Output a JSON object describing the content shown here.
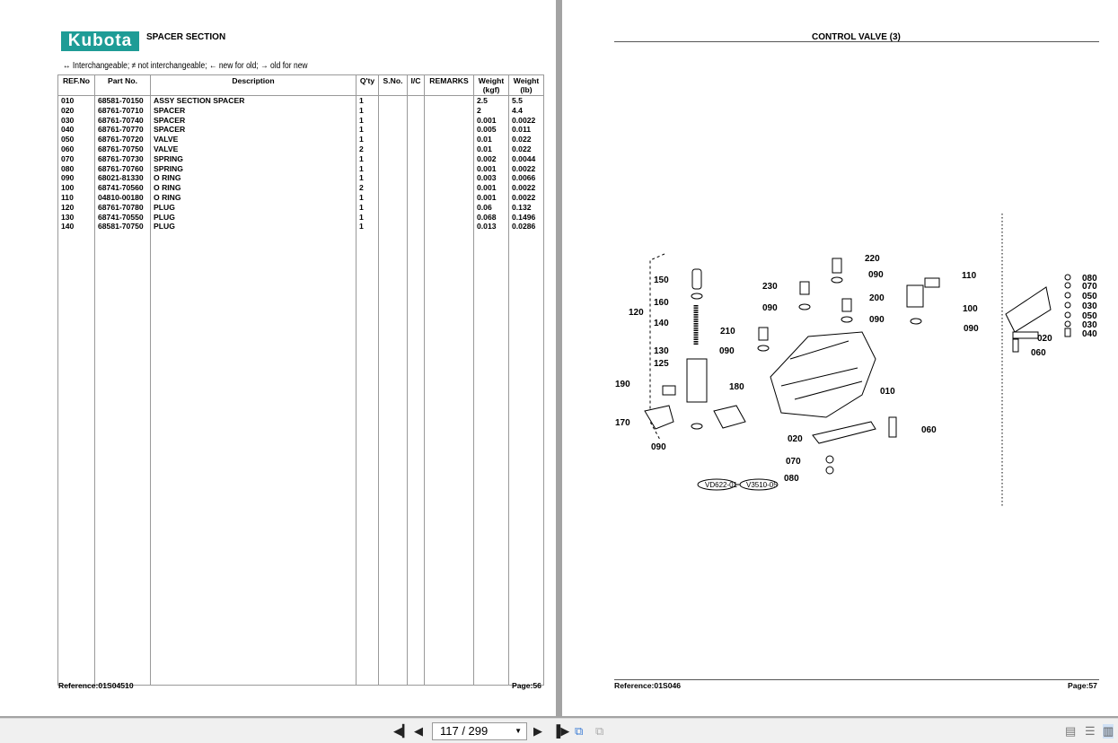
{
  "left_page": {
    "logo": "Kubota",
    "title": "SPACER SECTION",
    "legend": "↔ Interchangeable;   ≠ not interchangeable;   ← new for old;   → old for new",
    "columns": [
      "REF.No",
      "Part No.",
      "Description",
      "Q'ty",
      "S.No.",
      "I/C",
      "REMARKS",
      "Weight (kgf)",
      "Weight (lb)"
    ],
    "rows": [
      [
        "010",
        "68581-70150",
        "ASSY SECTION SPACER",
        "1",
        "",
        "",
        "",
        "2.5",
        "5.5"
      ],
      [
        "020",
        "68761-70710",
        "SPACER",
        "1",
        "",
        "",
        "",
        "2",
        "4.4"
      ],
      [
        "030",
        "68761-70740",
        "SPACER",
        "1",
        "",
        "",
        "",
        "0.001",
        "0.0022"
      ],
      [
        "040",
        "68761-70770",
        "SPACER",
        "1",
        "",
        "",
        "",
        "0.005",
        "0.011"
      ],
      [
        "050",
        "68761-70720",
        "VALVE",
        "1",
        "",
        "",
        "",
        "0.01",
        "0.022"
      ],
      [
        "060",
        "68761-70750",
        "VALVE",
        "2",
        "",
        "",
        "",
        "0.01",
        "0.022"
      ],
      [
        "070",
        "68761-70730",
        "SPRING",
        "1",
        "",
        "",
        "",
        "0.002",
        "0.0044"
      ],
      [
        "080",
        "68761-70760",
        "SPRING",
        "1",
        "",
        "",
        "",
        "0.001",
        "0.0022"
      ],
      [
        "090",
        "68021-81330",
        "O RING",
        "1",
        "",
        "",
        "",
        "0.003",
        "0.0066"
      ],
      [
        "100",
        "68741-70560",
        "O RING",
        "2",
        "",
        "",
        "",
        "0.001",
        "0.0022"
      ],
      [
        "110",
        "04810-00180",
        "O RING",
        "1",
        "",
        "",
        "",
        "0.001",
        "0.0022"
      ],
      [
        "120",
        "68761-70780",
        "PLUG",
        "1",
        "",
        "",
        "",
        "0.06",
        "0.132"
      ],
      [
        "130",
        "68741-70550",
        "PLUG",
        "1",
        "",
        "",
        "",
        "0.068",
        "0.1496"
      ],
      [
        "140",
        "68581-70750",
        "PLUG",
        "1",
        "",
        "",
        "",
        "0.013",
        "0.0286"
      ]
    ],
    "reference": "Reference:01S04510",
    "page": "Page:56"
  },
  "right_page": {
    "title": "CONTROL VALVE (3)",
    "labels": [
      "220",
      "090",
      "110",
      "150",
      "230",
      "200",
      "160",
      "090",
      "100",
      "120",
      "090",
      "140",
      "090",
      "210",
      "130",
      "090",
      "125",
      "190",
      "180",
      "010",
      "170",
      "060",
      "020",
      "090",
      "070",
      "080",
      "080",
      "070",
      "050",
      "030",
      "050",
      "030",
      "040",
      "020",
      "060"
    ],
    "stamps": [
      "VD622-01",
      "V3510-05"
    ],
    "reference": "Reference:01S046",
    "page": "Page:57"
  },
  "toolbar": {
    "page_display": "117 / 299"
  }
}
